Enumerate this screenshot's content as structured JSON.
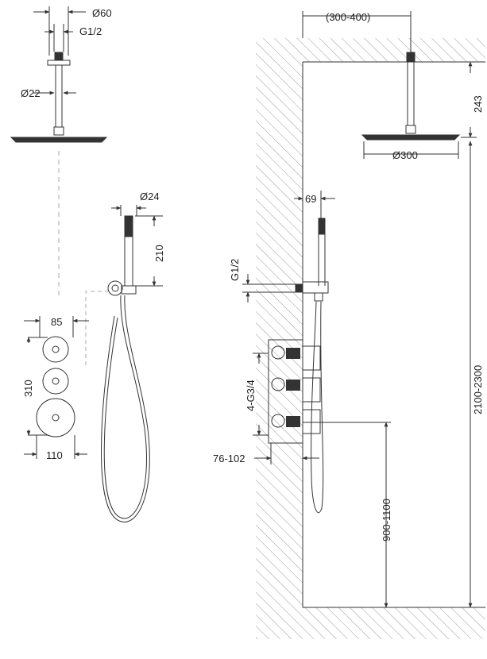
{
  "colors": {
    "line": "#333333",
    "hatch": "#999999",
    "dashed": "#aaaaaa",
    "text": "#222222"
  },
  "dimensions": {
    "d60": "Ø60",
    "g12_top": "G1/2",
    "d22": "Ø22",
    "d24": "Ø24",
    "h210": "210",
    "w85": "85",
    "h310": "310",
    "w110": "110",
    "span300_400": "(300-400)",
    "h243": "243",
    "d300": "Ø300",
    "w69": "69",
    "g12_side": "G1/2",
    "g34": "4-G3/4",
    "d76_102": "76-102",
    "h2100_2300": "2100-2300",
    "h900_1100": "900-1100"
  }
}
